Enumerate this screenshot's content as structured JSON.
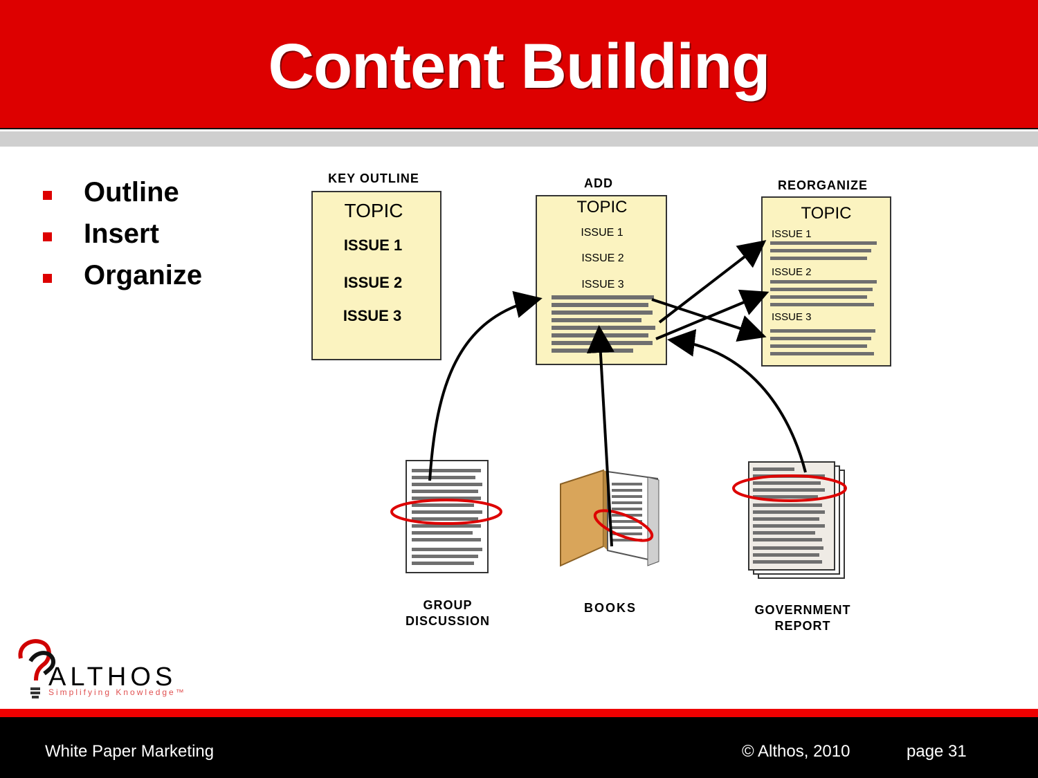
{
  "title": "Content Building",
  "bullets": [
    "Outline",
    "Insert",
    "Organize"
  ],
  "diagram": {
    "key_outline": {
      "label": "KEY OUTLINE",
      "topic": "TOPIC",
      "issues": [
        "ISSUE 1",
        "ISSUE 2",
        "ISSUE 3"
      ]
    },
    "add": {
      "label": "ADD",
      "topic": "TOPIC",
      "issues": [
        "ISSUE 1",
        "ISSUE 2",
        "ISSUE 3"
      ]
    },
    "reorganize": {
      "label": "REORGANIZE",
      "topic": "TOPIC",
      "issues": [
        "ISSUE 1",
        "ISSUE 2",
        "ISSUE 3"
      ]
    },
    "sources": [
      {
        "line1": "GROUP",
        "line2": "DISCUSSION"
      },
      {
        "line1": "BOOKS",
        "line2": ""
      },
      {
        "line1": "GOVERNMENT",
        "line2": "REPORT"
      }
    ],
    "colors": {
      "card": "#fbf3c0",
      "highlight": "#dd0000",
      "text_line": "#6f6f6f"
    }
  },
  "logo": {
    "word": "ALTHOS",
    "tagline": "Simplifying Knowledge™"
  },
  "footer": {
    "left": "White Paper Marketing",
    "copyright": "© Althos,  2010",
    "page": "page 31"
  },
  "colors": {
    "header": "#dd0000",
    "band": "#cfcfcf",
    "footer": "#000000",
    "footer_accent": "#ee0000"
  }
}
